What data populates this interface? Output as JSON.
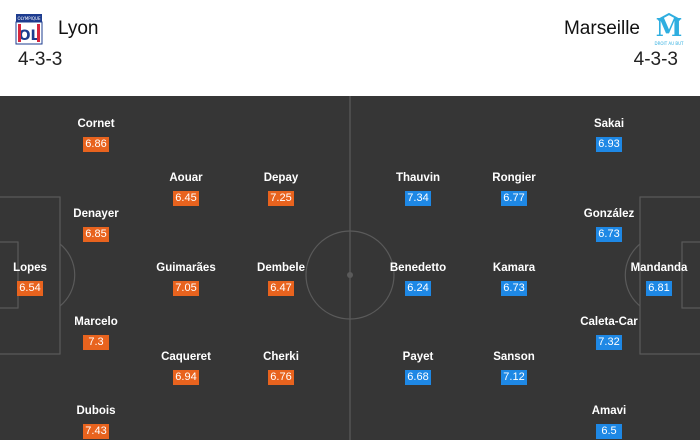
{
  "home": {
    "name": "Lyon",
    "formation": "4-3-3",
    "logo_icon": "olympique-lyonnais-crest-icon",
    "rating_color": "#e8631e",
    "players": [
      {
        "name": "Cornet",
        "rating": "6.86"
      },
      {
        "name": "Aouar",
        "rating": "6.45"
      },
      {
        "name": "Depay",
        "rating": "7.25"
      },
      {
        "name": "Denayer",
        "rating": "6.85"
      },
      {
        "name": "Lopes",
        "rating": "6.54"
      },
      {
        "name": "Guimarães",
        "rating": "7.05"
      },
      {
        "name": "Dembele",
        "rating": "6.47"
      },
      {
        "name": "Marcelo",
        "rating": "7.3"
      },
      {
        "name": "Caqueret",
        "rating": "6.94"
      },
      {
        "name": "Cherki",
        "rating": "6.76"
      },
      {
        "name": "Dubois",
        "rating": "7.43"
      }
    ]
  },
  "away": {
    "name": "Marseille",
    "formation": "4-3-3",
    "logo_icon": "olympique-marseille-crest-icon",
    "rating_color": "#1e88e5",
    "players": [
      {
        "name": "Sakai",
        "rating": "6.93"
      },
      {
        "name": "Thauvin",
        "rating": "7.34"
      },
      {
        "name": "Rongier",
        "rating": "6.77"
      },
      {
        "name": "González",
        "rating": "6.73"
      },
      {
        "name": "Benedetto",
        "rating": "6.24"
      },
      {
        "name": "Kamara",
        "rating": "6.73"
      },
      {
        "name": "Mandanda",
        "rating": "6.81"
      },
      {
        "name": "Caleta-Car",
        "rating": "7.32"
      },
      {
        "name": "Payet",
        "rating": "6.68"
      },
      {
        "name": "Sanson",
        "rating": "7.12"
      },
      {
        "name": "Amavi",
        "rating": "6.5"
      }
    ]
  },
  "colors": {
    "pitch": "#363636",
    "lines": "#5a5a5a"
  }
}
